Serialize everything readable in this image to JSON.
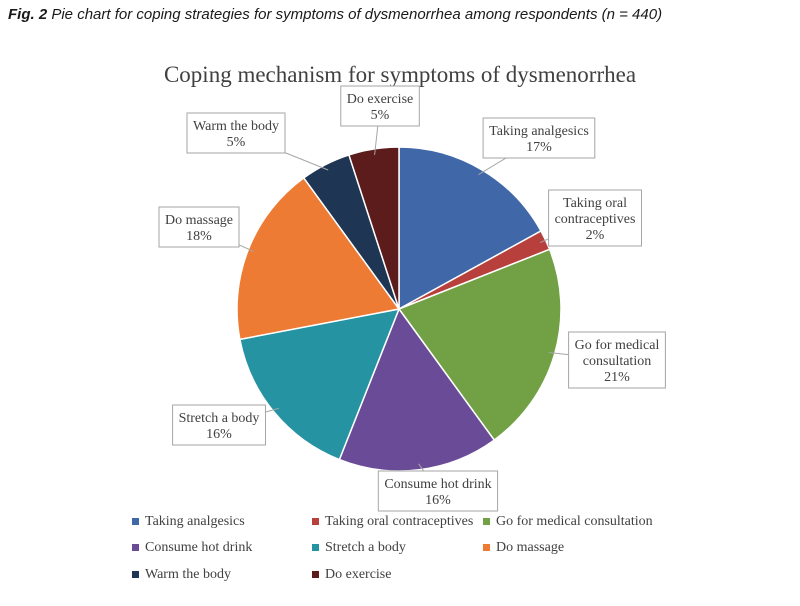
{
  "caption": {
    "label": "Fig. 2",
    "text": "Pie chart for coping strategies for symptoms of dysmenorrhea among respondents (n = 440)"
  },
  "chart_data": {
    "type": "pie",
    "title": "Coping mechanism for symptoms of dysmenorrhea",
    "legend_position": "bottom",
    "slices": [
      {
        "label": "Taking analgesics",
        "value": 17,
        "display": "17%",
        "color": "#4067a8",
        "callout": [
          "Taking analgesics",
          "17%"
        ]
      },
      {
        "label": "Taking oral contraceptives",
        "value": 2,
        "display": "2%",
        "color": "#b8403c",
        "callout": [
          "Taking oral",
          "contraceptives",
          "2%"
        ]
      },
      {
        "label": "Go for medical consultation",
        "value": 21,
        "display": "21%",
        "color": "#72a045",
        "callout": [
          "Go for medical",
          "consultation",
          "21%"
        ]
      },
      {
        "label": "Consume hot drink",
        "value": 16,
        "display": "16%",
        "color": "#6a4b97",
        "callout": [
          "Consume hot drink",
          "16%"
        ]
      },
      {
        "label": "Stretch a body",
        "value": 16,
        "display": "16%",
        "color": "#2693a3",
        "callout": [
          "Stretch a body",
          "16%"
        ]
      },
      {
        "label": "Do massage",
        "value": 18,
        "display": "18%",
        "color": "#ee7b34",
        "callout": [
          "Do massage",
          "18%"
        ]
      },
      {
        "label": "Warm the body",
        "value": 5,
        "display": "5%",
        "color": "#1f3554",
        "callout": [
          "Warm the body",
          "5%"
        ]
      },
      {
        "label": "Do exercise",
        "value": 5,
        "display": "5%",
        "color": "#5c1c1c",
        "callout": [
          "Do exercise",
          "5%"
        ]
      }
    ]
  }
}
